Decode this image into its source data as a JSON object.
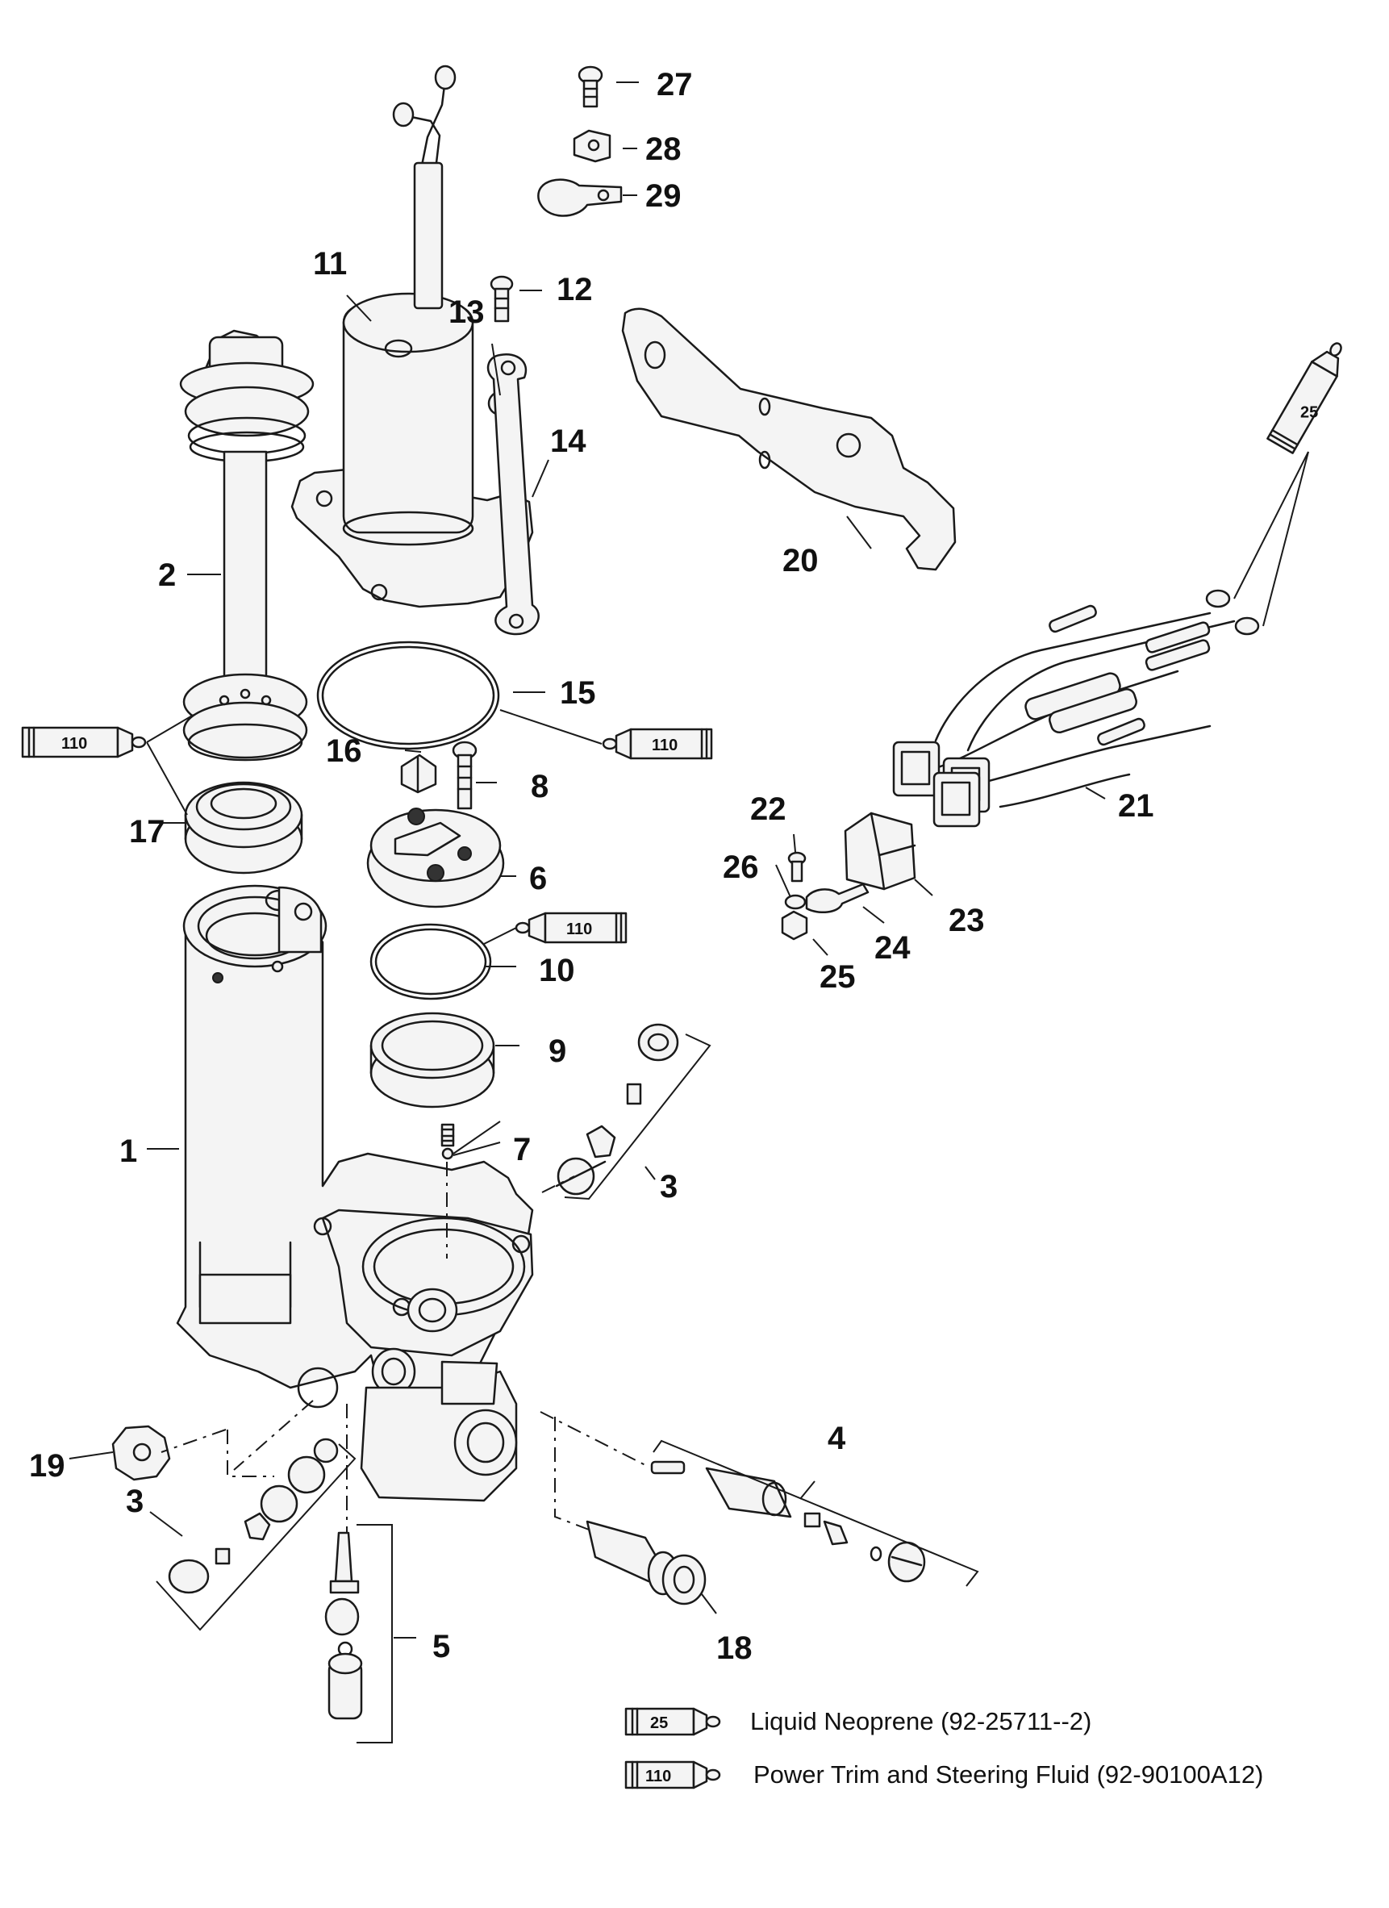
{
  "callouts": {
    "p1": "1",
    "p2": "2",
    "p3a": "3",
    "p3b": "3",
    "p4": "4",
    "p5": "5",
    "p6": "6",
    "p7": "7",
    "p8": "8",
    "p9": "9",
    "p10": "10",
    "p11": "11",
    "p12": "12",
    "p13": "13",
    "p14": "14",
    "p15": "15",
    "p16": "16",
    "p17": "17",
    "p18": "18",
    "p19": "19",
    "p20": "20",
    "p21": "21",
    "p22": "22",
    "p23": "23",
    "p24": "24",
    "p25": "25",
    "p26": "26",
    "p27": "27",
    "p28": "28",
    "p29": "29"
  },
  "tubes": {
    "t110_left": "110",
    "t110_right": "110",
    "t110_mid": "110",
    "t25_top": "25"
  },
  "legend": [
    {
      "tube_label": "25",
      "text": "Liquid Neoprene (92-25711--2)"
    },
    {
      "tube_label": "110",
      "text": "Power Trim  and Steering Fluid (92-90100A12)"
    }
  ]
}
